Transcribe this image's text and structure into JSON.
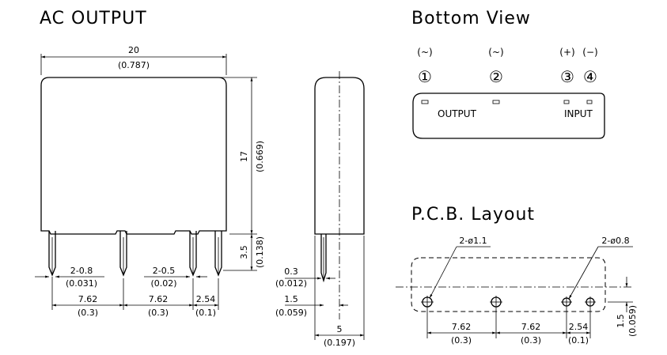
{
  "titles": {
    "ac_output": "AC OUTPUT",
    "bottom_view": "Bottom View",
    "pcb_layout": "P.C.B. Layout"
  },
  "front_view": {
    "width_mm": "20",
    "width_in": "(0.787)",
    "height_mm": "17",
    "height_in": "(0.669)",
    "pin_len_mm": "3.5",
    "pin_len_in": "(0.138)",
    "pin_w1_mm": "2-0.8",
    "pin_w1_in": "(0.031)",
    "pin_w2_mm": "2-0.5",
    "pin_w2_in": "(0.02)",
    "pitch1_mm": "7.62",
    "pitch1_in": "(0.3)",
    "pitch2_mm": "7.62",
    "pitch2_in": "(0.3)",
    "pitch3_mm": "2.54",
    "pitch3_in": "(0.1)"
  },
  "side_view": {
    "pin_thk_mm": "0.3",
    "pin_thk_in": "(0.012)",
    "pin_off_mm": "1.5",
    "pin_off_in": "(0.059)",
    "depth_mm": "5",
    "depth_in": "(0.197)"
  },
  "bottom_view": {
    "pins": [
      {
        "polarity": "(~)",
        "number": "①"
      },
      {
        "polarity": "(~)",
        "number": "②"
      },
      {
        "polarity": "(+)",
        "number": "③"
      },
      {
        "polarity": "(−)",
        "number": "④"
      }
    ],
    "output_label": "OUTPUT",
    "input_label": "INPUT"
  },
  "pcb_layout": {
    "hole_large": "2-ø1.1",
    "hole_small": "2-ø0.8",
    "pitch1_mm": "7.62",
    "pitch1_in": "(0.3)",
    "pitch2_mm": "7.62",
    "pitch2_in": "(0.3)",
    "pitch3_mm": "2.54",
    "pitch3_in": "(0.1)",
    "offset_mm": "1.5",
    "offset_in": "(0.059)"
  }
}
